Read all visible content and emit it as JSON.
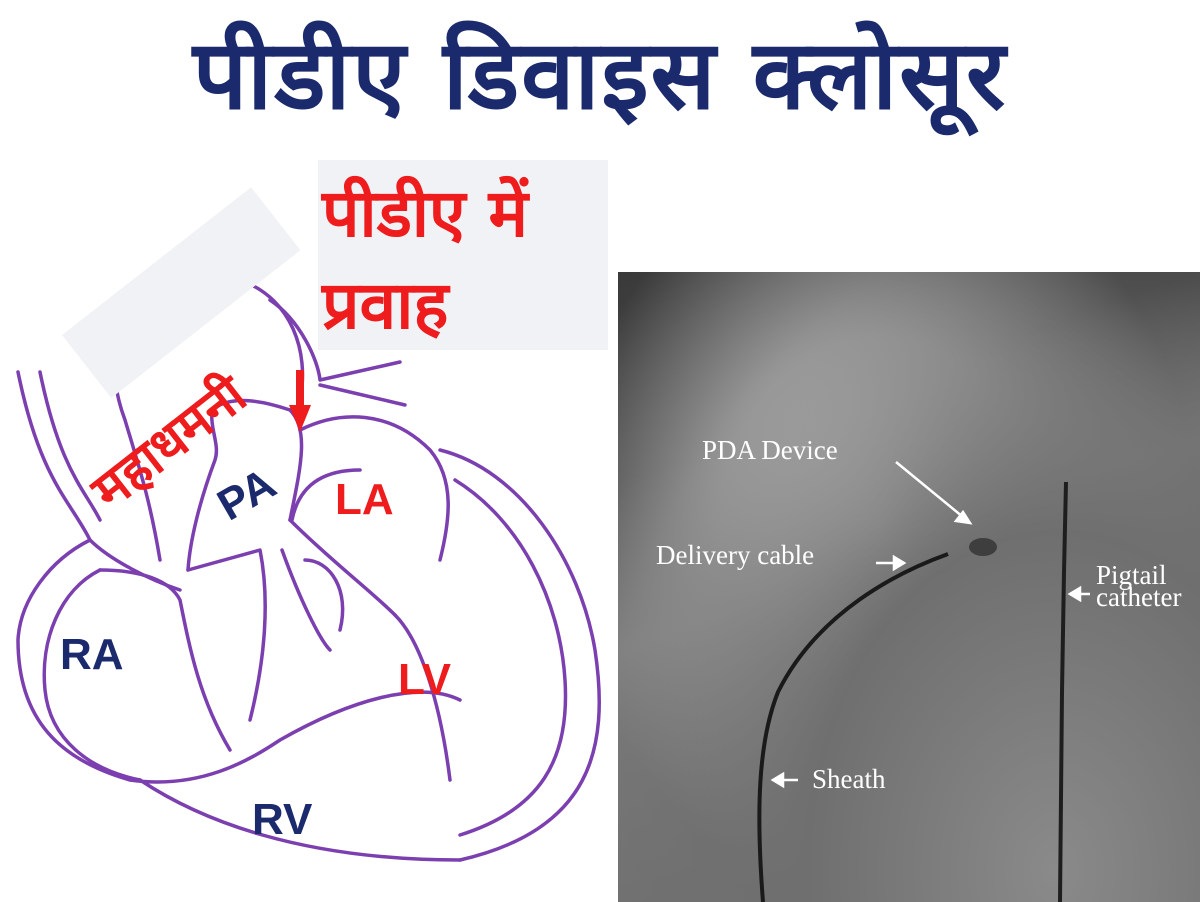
{
  "title": "पीडीए डिवाइस क्लोसूर",
  "diagram": {
    "flow_label": "पीडीए  में\nप्रवाह",
    "aorta_label": "महाधमनी",
    "chambers": {
      "pa": "PA",
      "la": "LA",
      "ra": "RA",
      "lv": "LV",
      "rv": "RV"
    },
    "colors": {
      "outline": "#7b3fb0",
      "label_blue": "#1a2a6c",
      "label_red": "#ee1c1c"
    }
  },
  "xray": {
    "pda_device": "PDA Device",
    "delivery_cable": "Delivery cable",
    "pigtail": "Pigtail",
    "catheter": "catheter",
    "sheath": "Sheath"
  }
}
